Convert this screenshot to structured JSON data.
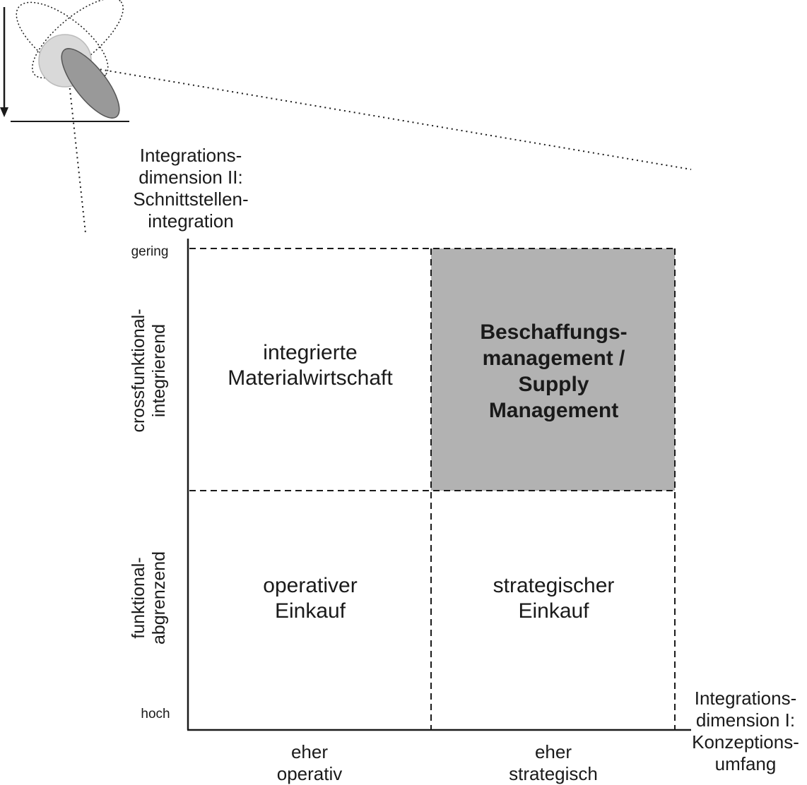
{
  "y_axis": {
    "title_lines": [
      "Integrations-",
      "dimension II:",
      "Schnittstellen-",
      "integration"
    ],
    "top_tick": "gering",
    "bottom_tick": "hoch",
    "upper_band": [
      "crossfunktional-",
      "integrierend"
    ],
    "lower_band": [
      "funktional-",
      "abgrenzend"
    ]
  },
  "x_axis": {
    "title_lines": [
      "Integrations-",
      "dimension I:",
      "Konzeptions-",
      "umfang"
    ],
    "left_category": [
      "eher",
      "operativ"
    ],
    "right_category": [
      "eher",
      "strategisch"
    ]
  },
  "cells": {
    "top_left": [
      "integrierte",
      "Materialwirtschaft"
    ],
    "top_right": [
      "Beschaffungs-",
      "management /",
      "Supply",
      "Management"
    ],
    "bottom_left": [
      "operativer",
      "Einkauf"
    ],
    "bottom_right": [
      "strategischer",
      "Einkauf"
    ]
  },
  "colors": {
    "highlight_fill": "#b2b2b2",
    "line": "#1a1a1a",
    "icon_light": "#d9d9d9",
    "icon_dark": "#999999"
  }
}
